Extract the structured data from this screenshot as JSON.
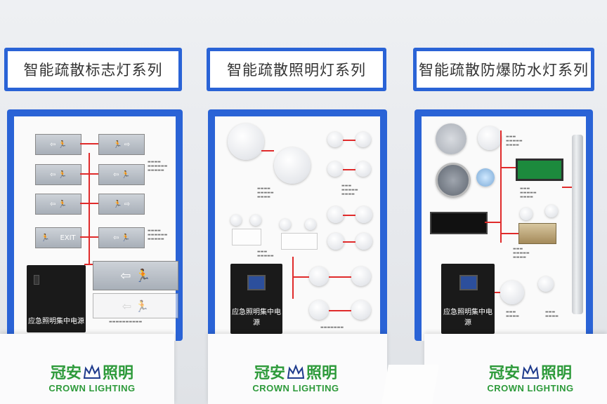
{
  "headers": [
    {
      "title": "智能疏散标志灯系列"
    },
    {
      "title": "智能疏散照明灯系列"
    },
    {
      "title": "智能疏散防爆防水灯系列"
    }
  ],
  "cabinets": [
    {
      "label": "应急照明集中电源"
    },
    {
      "label": "应急照明集中电源"
    },
    {
      "label": "应急照明集中电源"
    }
  ],
  "brand": {
    "cn_left": "冠安",
    "cn_right": "照明",
    "en": "CROWN LIGHTING"
  },
  "signs": {
    "exit": "EXIT"
  },
  "colors": {
    "frame_blue": "#2a63d6",
    "brand_green": "#2d9a3a",
    "wire_red": "#e02b2b"
  }
}
